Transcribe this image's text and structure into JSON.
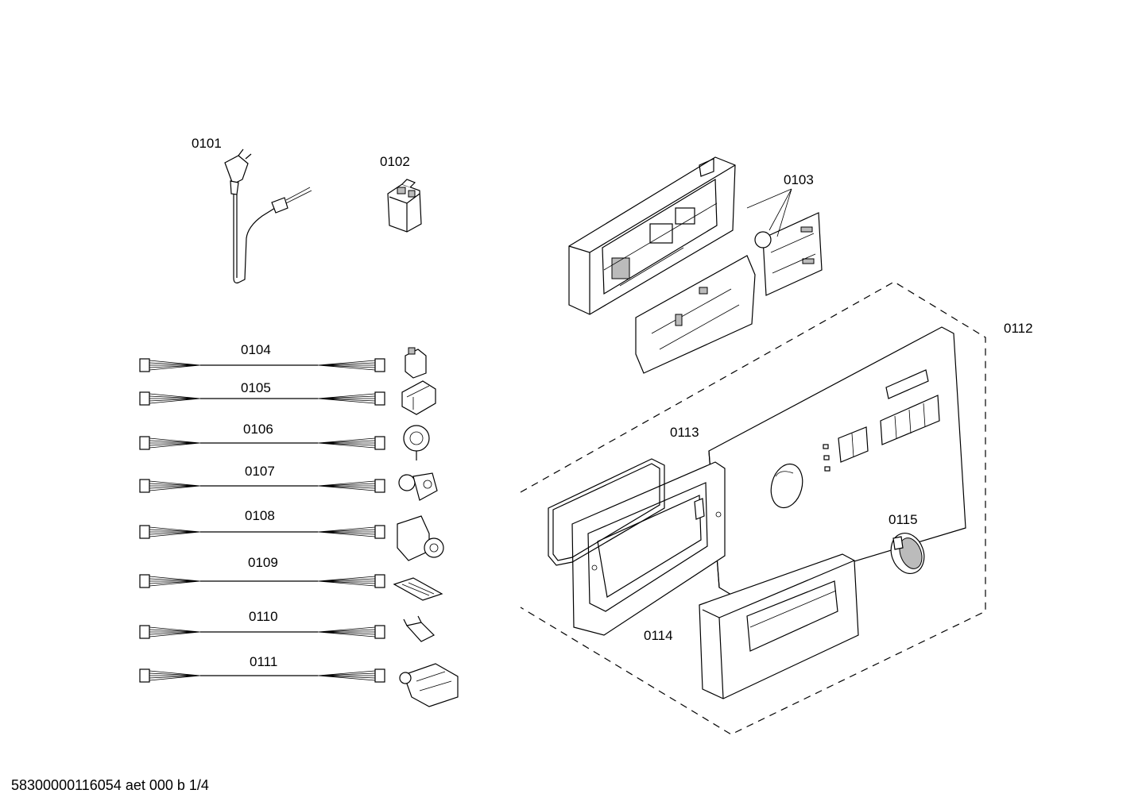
{
  "labels": {
    "p0101": "0101",
    "p0102": "0102",
    "p0103": "0103",
    "p0104": "0104",
    "p0105": "0105",
    "p0106": "0106",
    "p0107": "0107",
    "p0108": "0108",
    "p0109": "0109",
    "p0110": "0110",
    "p0111": "0111",
    "p0112": "0112",
    "p0113": "0113",
    "p0114": "0114",
    "p0115": "0115"
  },
  "document_id": "58300000116054 aet 000 b 1/4"
}
